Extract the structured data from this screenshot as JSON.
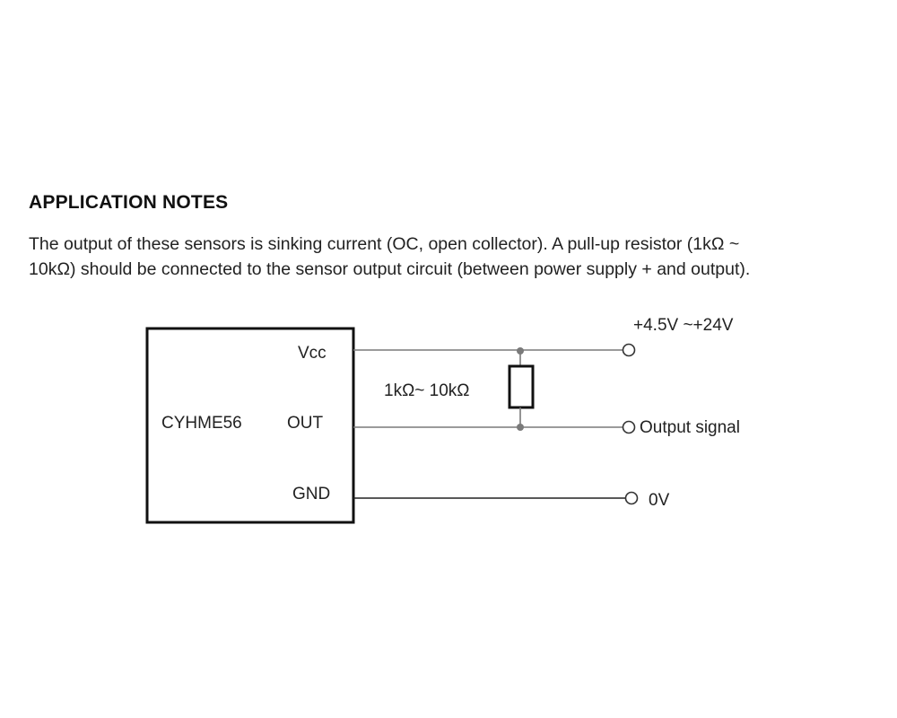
{
  "notes": {
    "heading": "APPLICATION NOTES",
    "paragraph_line1": "The output of these sensors is sinking current (OC, open collector). A pull-up resistor (1kΩ ~",
    "paragraph_line2": "10kΩ) should be connected to the sensor output circuit (between power supply + and output)."
  },
  "diagram": {
    "sensor_name": "CYHME56",
    "pins": {
      "vcc": "Vcc",
      "out": "OUT",
      "gnd": "GND"
    },
    "resistor_label": "1kΩ~ 10kΩ",
    "terminals": {
      "supply": "+4.5V ~+24V",
      "output": "Output signal",
      "ground": "0V"
    },
    "colors": {
      "wire": "#7a7a7a",
      "box": "#111111",
      "text": "#222222"
    }
  }
}
